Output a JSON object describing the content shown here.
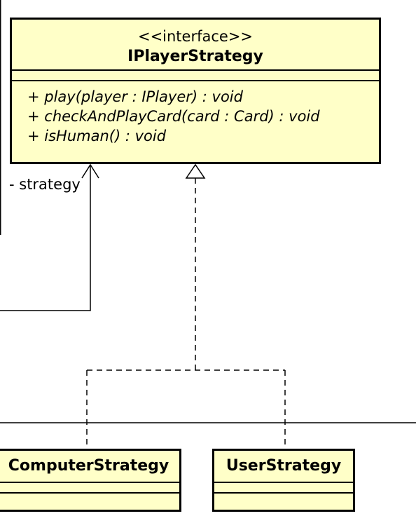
{
  "interface_class": {
    "stereotype": "<<interface>>",
    "name": "IPlayerStrategy",
    "methods": [
      "+ play(player : IPlayer) : void",
      "+ checkAndPlayCard(card : Card) : void",
      "+ isHuman() : void"
    ]
  },
  "classes": [
    {
      "name": "ComputerStrategy"
    },
    {
      "name": "UserStrategy"
    }
  ],
  "association": {
    "role": "- strategy"
  },
  "colors": {
    "class_fill": "#ffffc8",
    "line": "#000000"
  }
}
